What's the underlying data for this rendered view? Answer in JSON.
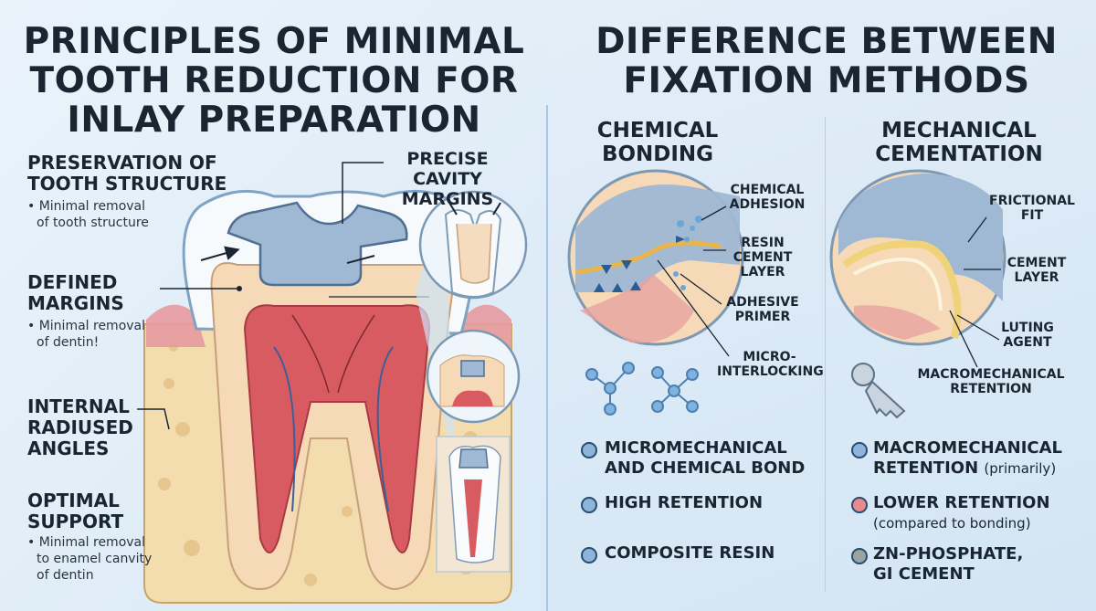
{
  "left": {
    "title_lines": [
      "PRINCIPLES OF MINIMAL",
      "TOOTH REDUCTION FOR",
      "INLAY PREPARATION"
    ],
    "principles": [
      {
        "heading": [
          "PRESERVATION OF",
          "TOOTH STRUCTURE"
        ],
        "detail": [
          "• Minimal removal",
          "of tooth structure"
        ]
      },
      {
        "heading": [
          "DEFINED",
          "MARGINS"
        ],
        "detail": [
          "• Minimal removal",
          "of dentin!"
        ]
      },
      {
        "heading": [
          "INTERNAL",
          "RADIUSED",
          "ANGLES"
        ],
        "detail": []
      },
      {
        "heading": [
          "OPTIMAL",
          "SUPPORT"
        ],
        "detail": [
          "• Minimal removal",
          "to enamel canvity",
          "of dentin"
        ]
      }
    ],
    "callout": [
      "PRECISE",
      "CAVITY MARGINS"
    ]
  },
  "right": {
    "title_lines": [
      "DIFFERENCE BETWEEN",
      "FIXATION METHODS"
    ],
    "chemical": {
      "heading": [
        "CHEMICAL",
        "BONDING"
      ],
      "labels": [
        [
          "CHEMICAL",
          "ADHESION"
        ],
        [
          "RESIN",
          "CEMENT",
          "LAYER"
        ],
        [
          "ADHESIVE",
          "PRIMER"
        ],
        [
          "MICRO-",
          "INTERLOCKING"
        ]
      ],
      "bullets": [
        {
          "text": [
            "MICROMECHANICAL",
            "AND CHEMICAL BOND"
          ],
          "color": "#8fb4d9"
        },
        {
          "text": [
            "HIGH RETENTION"
          ],
          "color": "#8fb4d9"
        },
        {
          "text": [
            "COMPOSITE RESIN"
          ],
          "color": "#8fb4d9"
        }
      ]
    },
    "mechanical": {
      "heading": [
        "MECHANICAL",
        "CEMENTATION"
      ],
      "labels": [
        [
          "FRICTIONAL",
          "FIT"
        ],
        [
          "CEMENT",
          "LAYER"
        ],
        [
          "LUTING",
          "AGENT"
        ],
        [
          "MACROMECHANICAL",
          "RETENTION"
        ]
      ],
      "bullets": [
        {
          "text": [
            "MACROMECHANICAL",
            "RETENTION"
          ],
          "note": "(primarily)",
          "color": "#8fb4d9"
        },
        {
          "text": [
            "LOWER RETENTION"
          ],
          "note": "(compared to bonding)",
          "color": "#e98a8f"
        },
        {
          "text": [
            "ZN-PHOSPHATE,",
            "GI CEMENT"
          ],
          "color": "#9aa39e"
        }
      ]
    }
  }
}
